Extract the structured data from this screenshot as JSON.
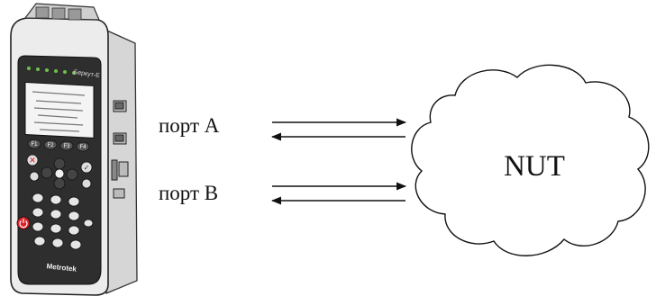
{
  "ports": [
    {
      "label": "порт А"
    },
    {
      "label": "порт В"
    }
  ],
  "network": {
    "label": "NUT"
  },
  "device": {
    "brand": "Metrotek",
    "model": "Беркут-Е"
  },
  "function_keys": [
    "F1",
    "F2",
    "F3",
    "F4"
  ],
  "colors": {
    "line": "#111111",
    "device_body": "#e9e9e9",
    "device_dark": "#2b2b2b",
    "power": "#d8232a"
  }
}
